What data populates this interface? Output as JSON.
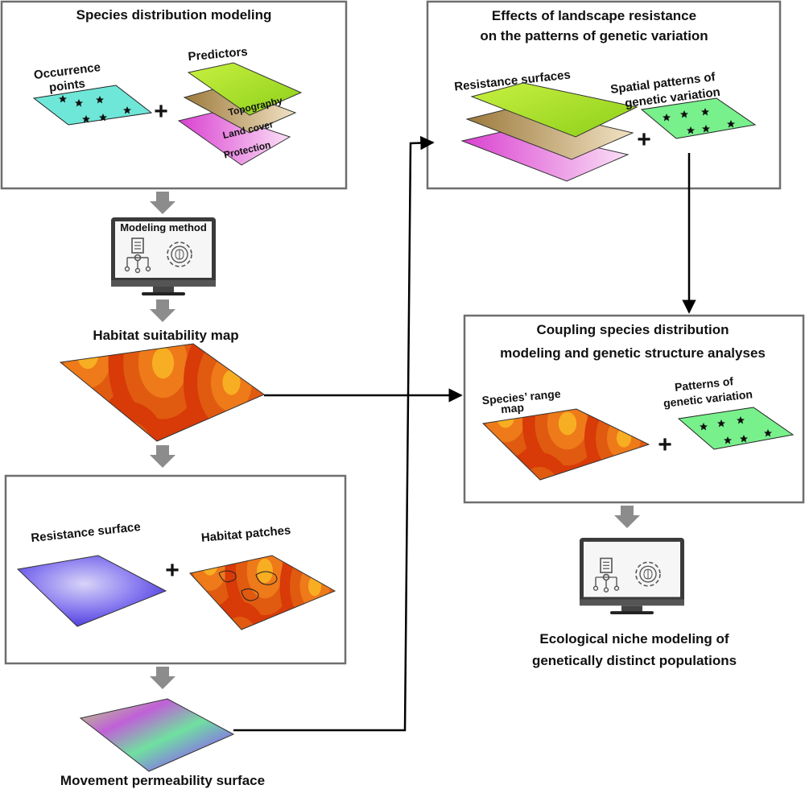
{
  "sdm_box": {
    "title": "Species distribution modeling",
    "occurrence_label_1": "Occurrence",
    "occurrence_label_2": "points",
    "predictors_label": "Predictors",
    "layers": [
      "Topography",
      "Land cover",
      "Protection"
    ]
  },
  "modeling_method": {
    "label": "Modeling method"
  },
  "habitat_map": {
    "label": "Habitat suitability map"
  },
  "resistance_box": {
    "resistance_label": "Resistance surface",
    "patches_label": "Habitat patches"
  },
  "movement": {
    "label": "Movement permeability surface"
  },
  "effects_box": {
    "title_1": "Effects of landscape resistance",
    "title_2": "on the patterns of genetic variation",
    "resistance_surfaces_label": "Resistance surfaces",
    "spatial_label_1": "Spatial patterns of",
    "spatial_label_2": "genetic variation"
  },
  "coupling_box": {
    "title_1": "Coupling species distribution",
    "title_2": "modeling and genetic structure analyses",
    "range_label_1": "Species’ range",
    "range_label_2": "map",
    "patterns_label_1": "Patterns of",
    "patterns_label_2": "genetic variation"
  },
  "final": {
    "label_1": "Ecological niche modeling of",
    "label_2": "genetically distinct populations"
  },
  "plus_sign": "+",
  "colors": {
    "box_border": "#6e6e6e",
    "arrow_gray": "#8c8c8c",
    "occurrence": "#6ee6d8",
    "genetic": "#78f08c",
    "topography": "#a6e82a",
    "land_cover": "#c4a060",
    "protection": "#e060d8",
    "habitat_dark": "#cc2200",
    "habitat_mid": "#e04a10",
    "habitat_light": "#f07818",
    "habitat_center": "#f8b020",
    "resistance": "#6a5ae8"
  }
}
